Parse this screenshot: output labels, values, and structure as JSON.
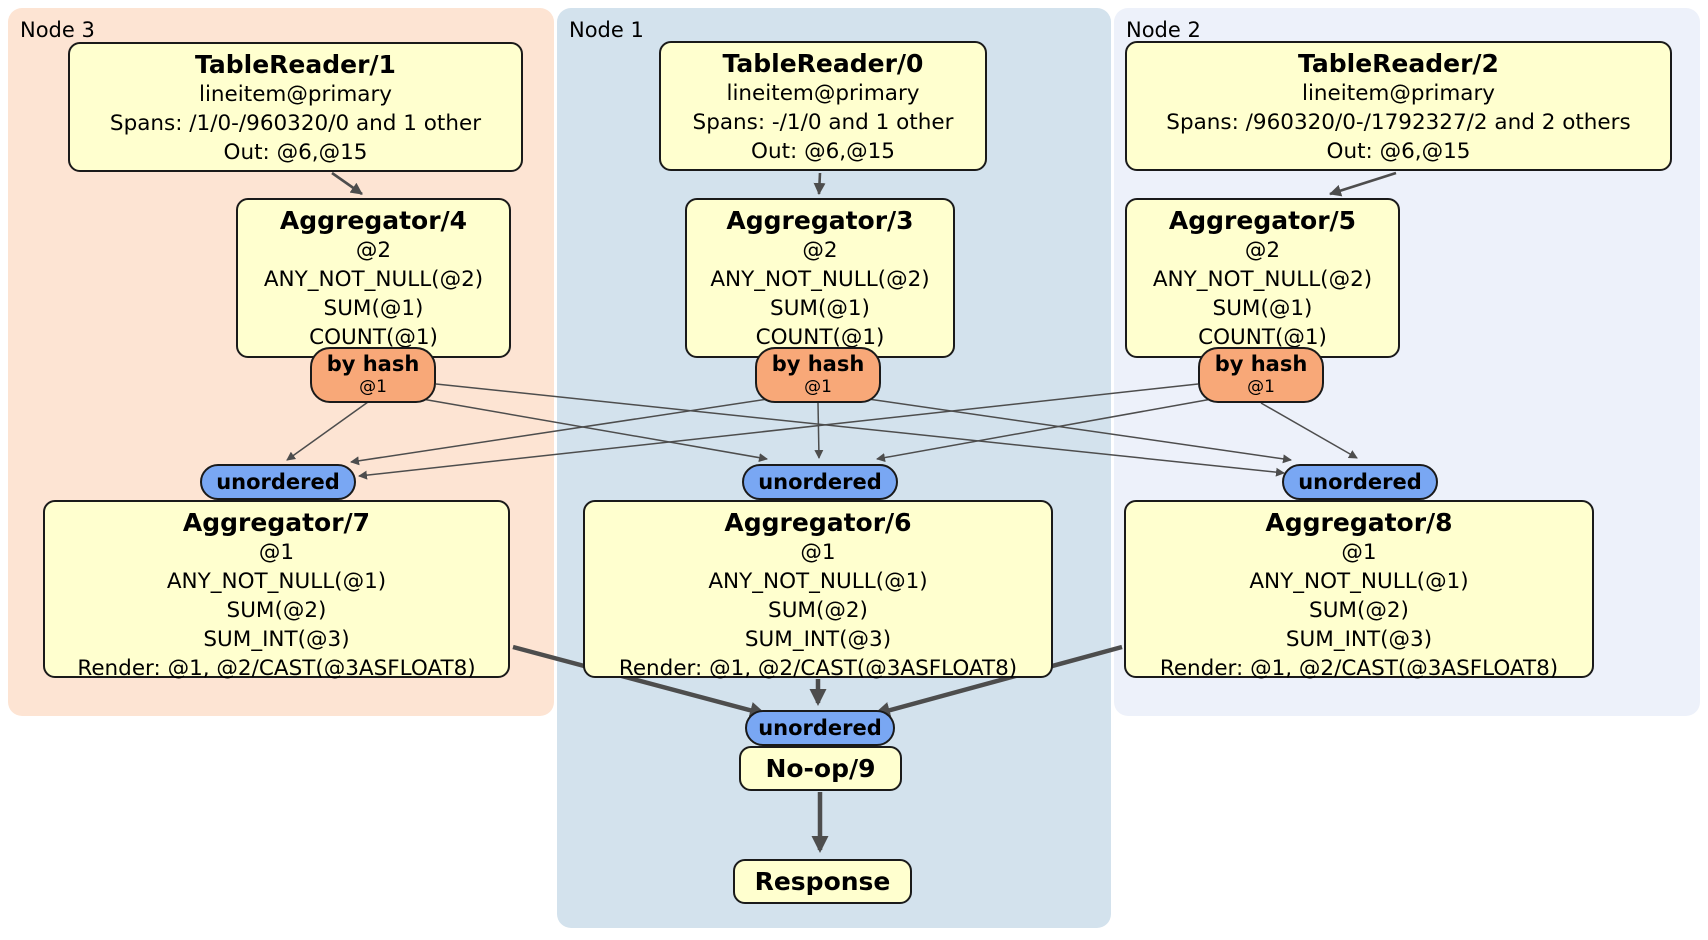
{
  "colors": {
    "node3_bg": "#fde4d3",
    "node1_bg": "#d3e2ed",
    "node2_bg": "#edf1fa",
    "box_fill": "#ffffcf",
    "router_fill": "#f8a878",
    "sync_fill": "#79a7f3",
    "edge": "#4d4d4d"
  },
  "regions": {
    "node3": {
      "label": "Node 3"
    },
    "node1": {
      "label": "Node 1"
    },
    "node2": {
      "label": "Node 2"
    }
  },
  "processors": {
    "tr1": {
      "title": "TableReader/1",
      "lines": [
        "lineitem@primary",
        "Spans: /1/0-/960320/0 and 1 other",
        "Out: @6,@15"
      ]
    },
    "tr0": {
      "title": "TableReader/0",
      "lines": [
        "lineitem@primary",
        "Spans: -/1/0 and 1 other",
        "Out: @6,@15"
      ]
    },
    "tr2": {
      "title": "TableReader/2",
      "lines": [
        "lineitem@primary",
        "Spans: /960320/0-/1792327/2 and 2 others",
        "Out: @6,@15"
      ]
    },
    "agg4": {
      "title": "Aggregator/4",
      "lines": [
        "@2",
        "ANY_NOT_NULL(@2)",
        "SUM(@1)",
        "COUNT(@1)"
      ]
    },
    "agg3": {
      "title": "Aggregator/3",
      "lines": [
        "@2",
        "ANY_NOT_NULL(@2)",
        "SUM(@1)",
        "COUNT(@1)"
      ]
    },
    "agg5": {
      "title": "Aggregator/5",
      "lines": [
        "@2",
        "ANY_NOT_NULL(@2)",
        "SUM(@1)",
        "COUNT(@1)"
      ]
    },
    "agg7": {
      "title": "Aggregator/7",
      "lines": [
        "@1",
        "ANY_NOT_NULL(@1)",
        "SUM(@2)",
        "SUM_INT(@3)",
        "Render: @1, @2/CAST(@3ASFLOAT8)"
      ]
    },
    "agg6": {
      "title": "Aggregator/6",
      "lines": [
        "@1",
        "ANY_NOT_NULL(@1)",
        "SUM(@2)",
        "SUM_INT(@3)",
        "Render: @1, @2/CAST(@3ASFLOAT8)"
      ]
    },
    "agg8": {
      "title": "Aggregator/8",
      "lines": [
        "@1",
        "ANY_NOT_NULL(@1)",
        "SUM(@2)",
        "SUM_INT(@3)",
        "Render: @1, @2/CAST(@3ASFLOAT8)"
      ]
    },
    "noop": {
      "title": "No-op/9"
    },
    "response": {
      "title": "Response"
    }
  },
  "routers": {
    "hash4": {
      "label": "by hash",
      "detail": "@1"
    },
    "hash3": {
      "label": "by hash",
      "detail": "@1"
    },
    "hash5": {
      "label": "by hash",
      "detail": "@1"
    }
  },
  "syncs": {
    "uno7": {
      "label": "unordered"
    },
    "uno6": {
      "label": "unordered"
    },
    "uno8": {
      "label": "unordered"
    },
    "unoFinal": {
      "label": "unordered"
    }
  }
}
